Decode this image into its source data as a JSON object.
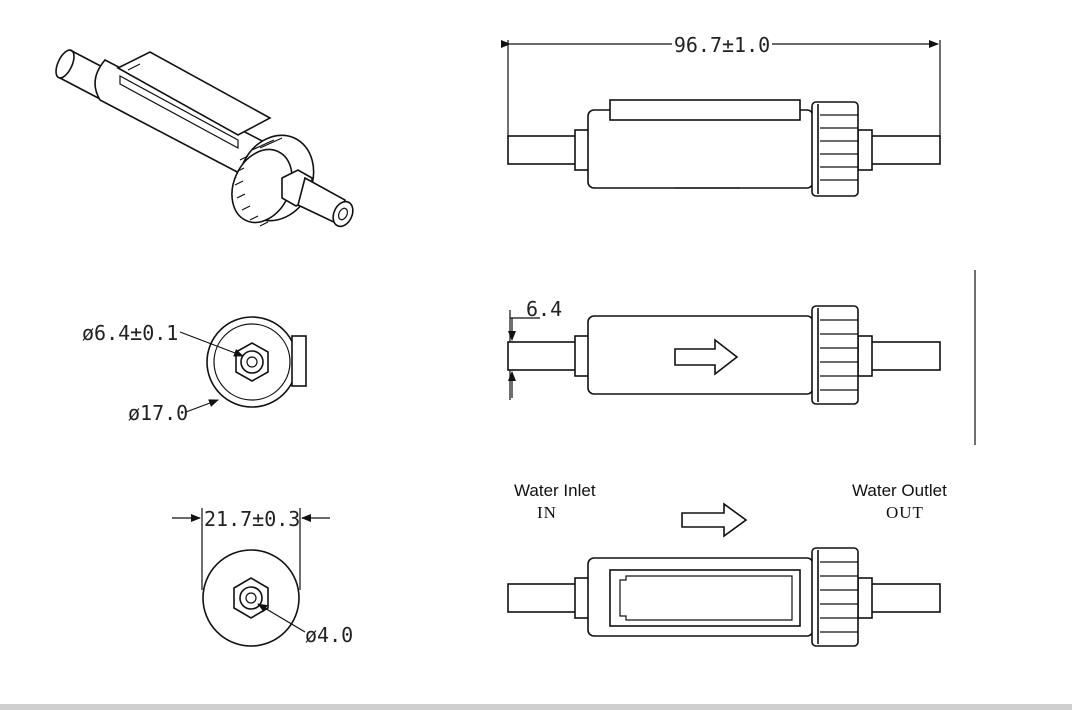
{
  "dimensions": {
    "overall_length": "96.7±1.0",
    "pipe_diameter": "ø6.4±0.1",
    "body_diameter": "ø17.0",
    "inlet_height": "6.4",
    "nut_width": "21.7±0.3",
    "bore_diameter": "ø4.0"
  },
  "flow": {
    "inlet_label": "Water Inlet",
    "inlet_code": "IN",
    "outlet_label": "Water Outlet",
    "outlet_code": "OUT"
  }
}
